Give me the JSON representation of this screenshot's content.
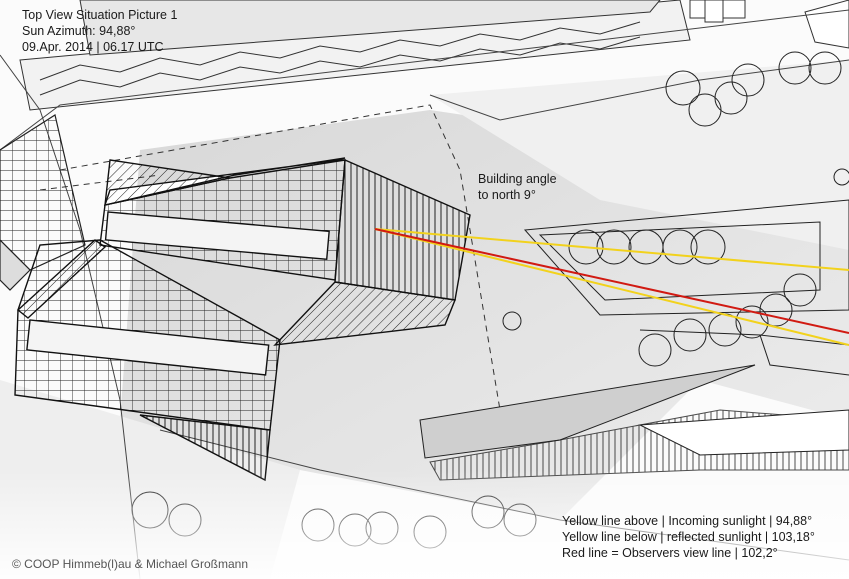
{
  "header": {
    "title": "Top View Situation Picture 1",
    "azimuth": "Sun Azimuth: 94,88°",
    "datetime": "09.Apr. 2014 | 06.17 UTC"
  },
  "annotation": {
    "line1": "Building angle",
    "line2": "to north 9°"
  },
  "legend": {
    "yellow_above": "Yellow line above | Incoming sunlight | 94,88°",
    "yellow_below": "Yellow line below | reflected sunlight | 103,18°",
    "red": "Red line = Observers view line | 102,2°"
  },
  "credit": "© COOP Himmeb(l)au & Michael Großmann",
  "colors": {
    "incoming_sunlight": "#f2d21c",
    "reflected_sunlight": "#f2d21c",
    "observer_view": "#d11a12",
    "shadow": "#d9d9d9",
    "ink": "#1a1a1a"
  }
}
